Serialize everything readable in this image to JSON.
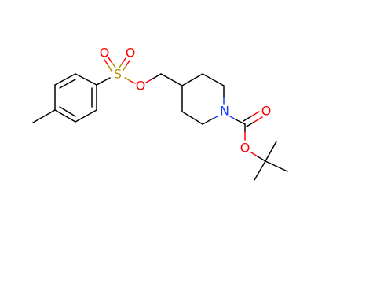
{
  "molecule": {
    "atoms": {
      "sulfur": "S",
      "sulfonyl_oxygen_left": "O",
      "sulfonyl_oxygen_right": "O",
      "ester_oxygen": "O",
      "ring_nitrogen": "N",
      "carbonyl_oxygen": "O",
      "tert_butyl_oxygen": "O"
    },
    "colors": {
      "carbon_bond": "#000000",
      "oxygen": "#ff0000",
      "sulfur": "#b29100",
      "nitrogen": "#1a3cff"
    }
  }
}
